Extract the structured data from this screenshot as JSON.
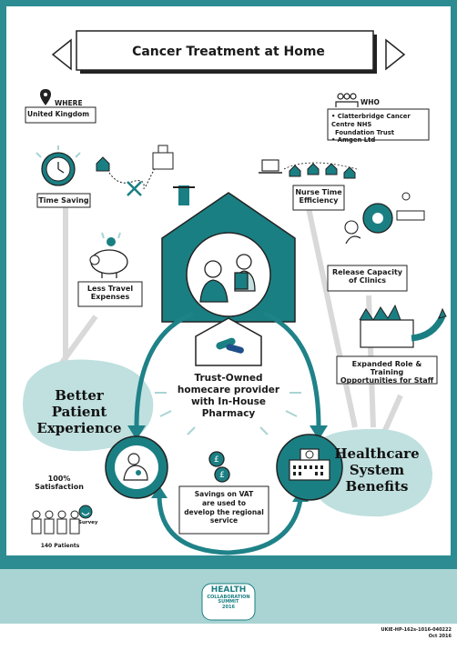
{
  "title": "Cancer Treatment at Home",
  "where": {
    "label": "WHERE",
    "value": "United Kingdom"
  },
  "who": {
    "label": "WHO",
    "items": [
      "• Clatterbridge Cancer Centre NHS",
      "Foundation Trust",
      "• Amgen Ltd"
    ]
  },
  "benefits_patient": {
    "time_saving": "Time Saving",
    "travel_l1": "Less Travel",
    "travel_l2": "Expenses",
    "better_l1": "Better",
    "better_l2": "Patient",
    "better_l3": "Experience",
    "satisfaction_l1": "100%",
    "satisfaction_l2": "Satisfaction",
    "survey": "Survey",
    "patients": "140 Patients"
  },
  "benefits_system": {
    "nurse_l1": "Nurse Time",
    "nurse_l2": "Efficiency",
    "release_l1": "Release Capacity",
    "release_l2": "of Clinics",
    "role_l1": "Expanded Role & Training",
    "role_l2": "Opportunities for Staff",
    "health_l1": "Healthcare",
    "health_l2": "System",
    "health_l3": "Benefits"
  },
  "center": {
    "l1": "Trust-Owned",
    "l2": "homecare provider",
    "l3": "with In-House",
    "l4": "Pharmacy"
  },
  "savings": {
    "l1": "Savings on VAT",
    "l2": "are used to",
    "l3": "develop the regional",
    "l4": "service"
  },
  "footer": {
    "logo_l1": "HEALTH",
    "logo_l2": "COLLABORATION",
    "logo_l3": "SUMMIT",
    "logo_year": "2016",
    "code_l1": "UKIE-HP-162s-1016-040222",
    "code_l2": "Oct 2016"
  },
  "colors": {
    "teal": "#1a7f83",
    "light_teal": "#bfe0df",
    "border": "#2c8c92",
    "footer_band": "#a9d4d3",
    "arrow": "#1f8288"
  }
}
